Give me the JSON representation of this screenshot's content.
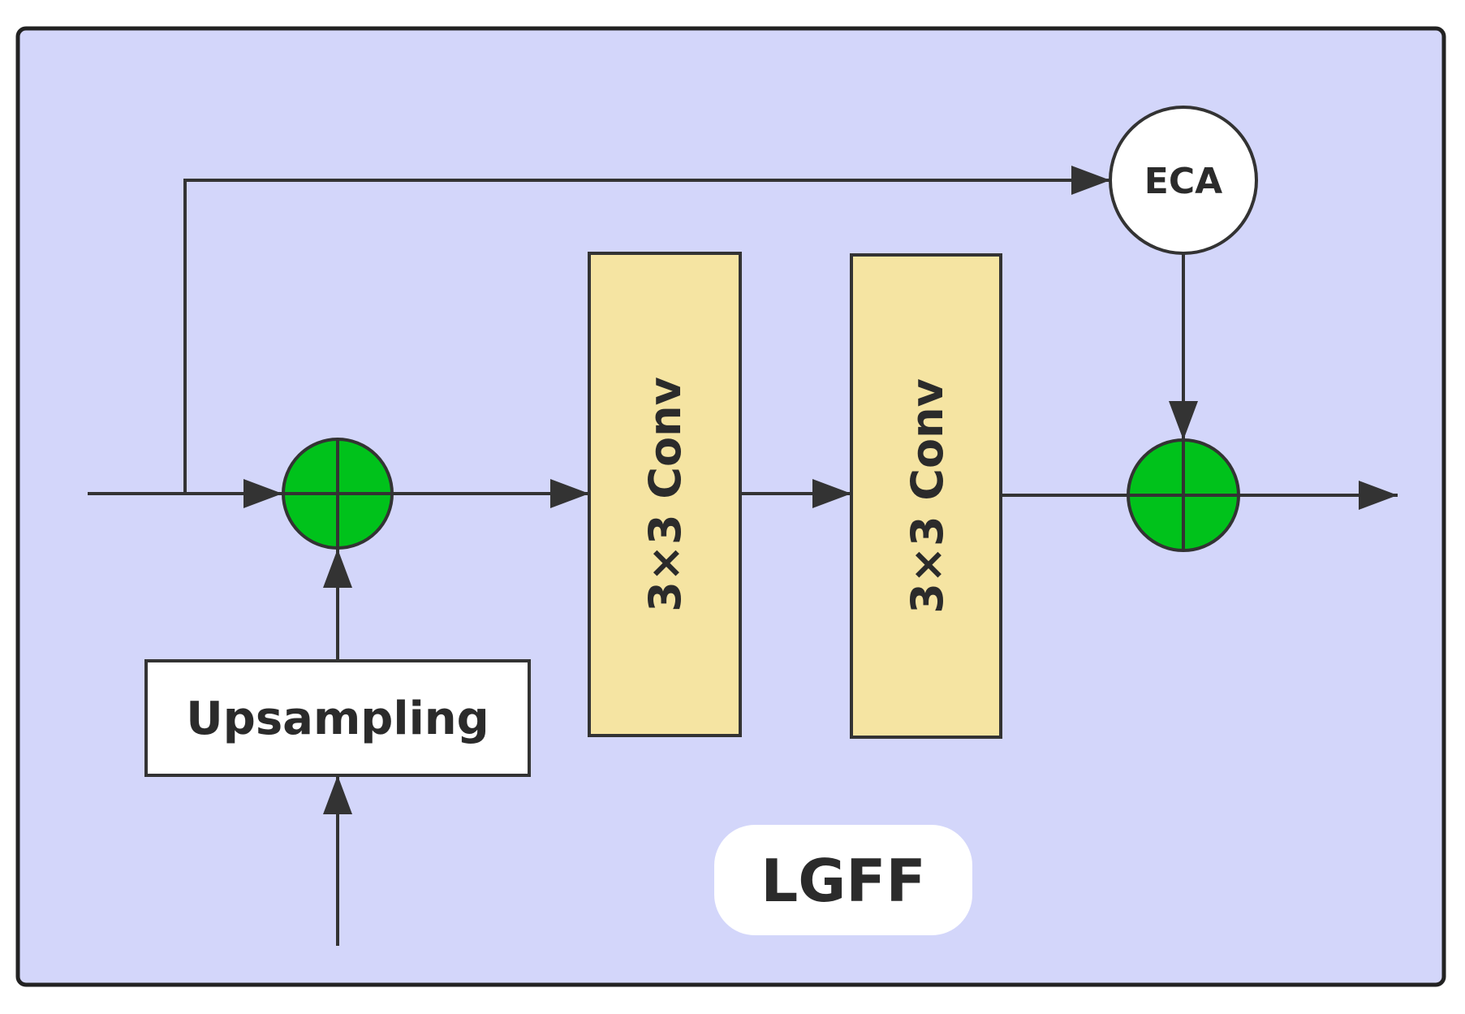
{
  "diagram": {
    "title": "LGFF",
    "nodes": {
      "eca": "ECA",
      "conv1": "3×3 Conv",
      "conv2": "3×3 Conv",
      "upsampling": "Upsampling"
    }
  },
  "colors": {
    "panel_bg": "#d3d6fa",
    "conv_fill": "#f5e4a2",
    "adder_fill": "#00c21b",
    "line": "#333333"
  }
}
